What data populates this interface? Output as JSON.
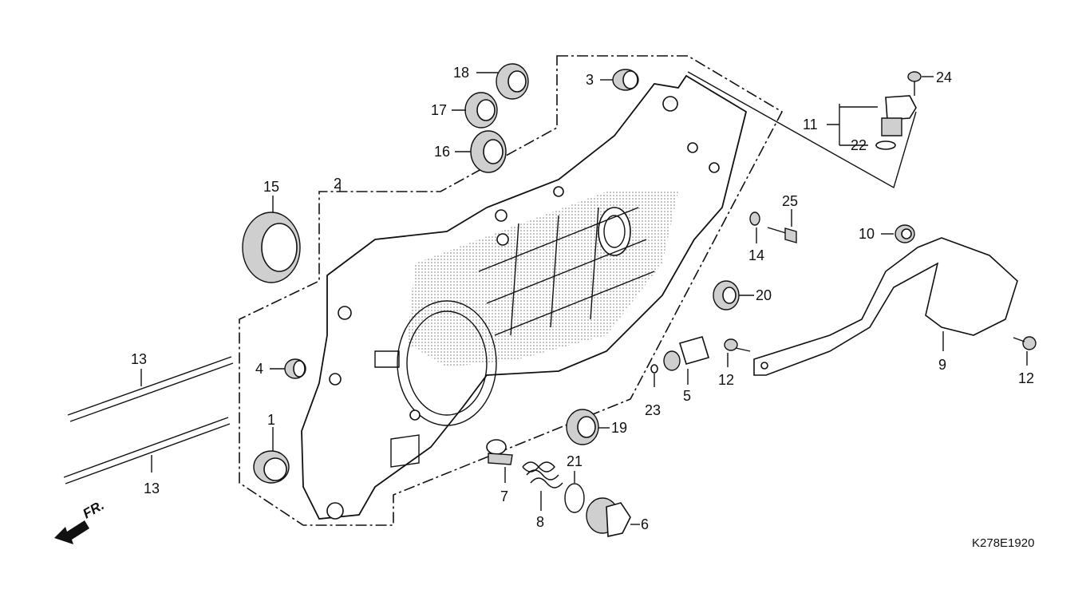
{
  "diagram": {
    "code": "K278E1920",
    "front_marker": "FR.",
    "callouts": {
      "p1": "1",
      "p2": "2",
      "p3": "3",
      "p4": "4",
      "p5": "5",
      "p6": "6",
      "p7": "7",
      "p8": "8",
      "p9": "9",
      "p10": "10",
      "p11": "11",
      "p12a": "12",
      "p12b": "12",
      "p13a": "13",
      "p13b": "13",
      "p14": "14",
      "p15": "15",
      "p16": "16",
      "p17": "17",
      "p18": "18",
      "p19": "19",
      "p20": "20",
      "p21": "21",
      "p22": "22",
      "p23": "23",
      "p24": "24",
      "p25": "25"
    }
  }
}
